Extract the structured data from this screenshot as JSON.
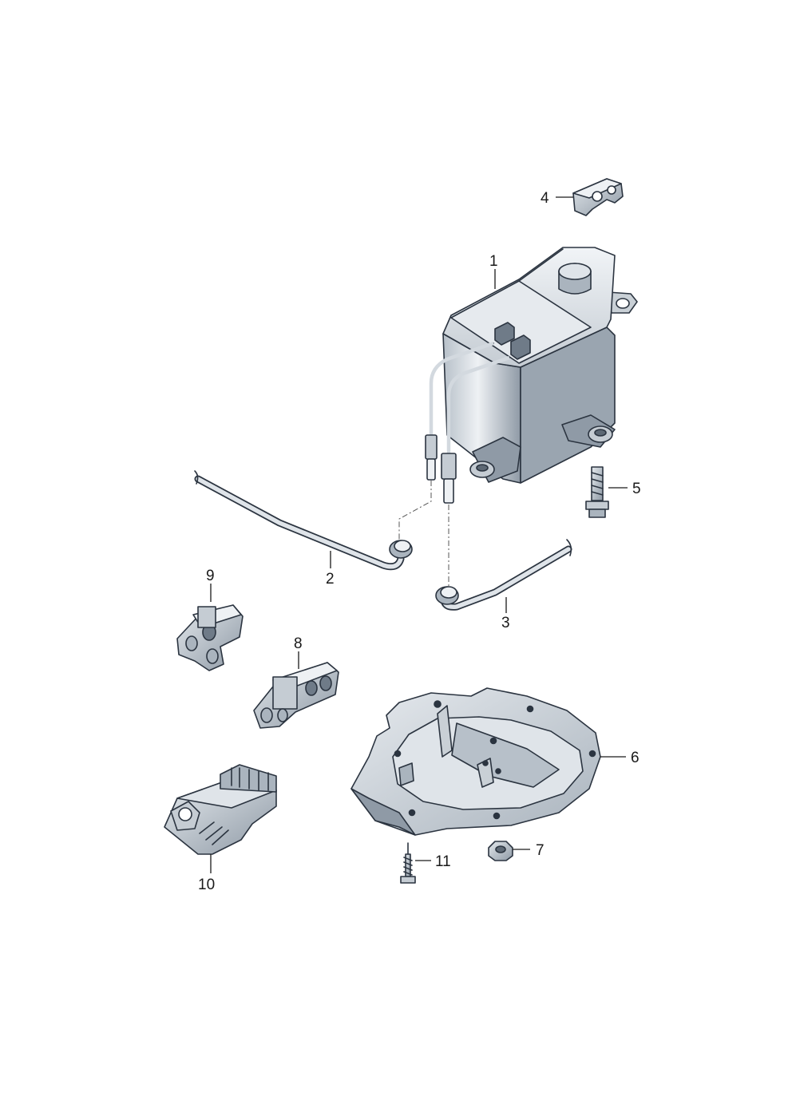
{
  "diagram": {
    "colors": {
      "part_light": "#d8dee4",
      "part_mid": "#aab4be",
      "part_dark": "#6f7b88",
      "tray": "#c9d0d6",
      "outline": "#2b3440"
    },
    "callouts": [
      {
        "id": "1",
        "text": "1"
      },
      {
        "id": "2",
        "text": "2"
      },
      {
        "id": "3",
        "text": "3"
      },
      {
        "id": "4",
        "text": "4"
      },
      {
        "id": "5",
        "text": "5"
      },
      {
        "id": "6",
        "text": "6"
      },
      {
        "id": "7",
        "text": "7"
      },
      {
        "id": "8",
        "text": "8"
      },
      {
        "id": "9",
        "text": "9"
      },
      {
        "id": "10",
        "text": "10"
      },
      {
        "id": "11",
        "text": "11"
      }
    ]
  }
}
